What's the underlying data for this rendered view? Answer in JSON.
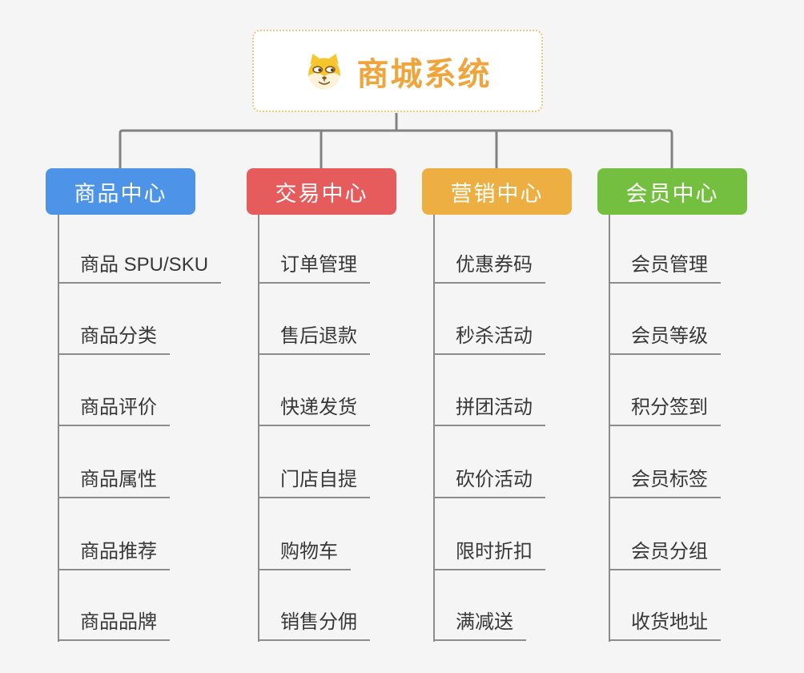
{
  "page": {
    "background": "#f5f5f6",
    "connector_color": "#828282"
  },
  "root": {
    "title": "商城系统",
    "icon": "dog-face-icon",
    "text_color": "#f0a43c",
    "border_color": "#f3c57d"
  },
  "branches": [
    {
      "label": "商品中心",
      "color": "#4d93e8",
      "items": [
        "商品 SPU/SKU",
        "商品分类",
        "商品评价",
        "商品属性",
        "商品推荐",
        "商品品牌"
      ]
    },
    {
      "label": "交易中心",
      "color": "#e65b5b",
      "items": [
        "订单管理",
        "售后退款",
        "快递发货",
        "门店自提",
        "购物车",
        "销售分佣"
      ]
    },
    {
      "label": "营销中心",
      "color": "#eeaf42",
      "items": [
        "优惠券码",
        "秒杀活动",
        "拼团活动",
        "砍价活动",
        "限时折扣",
        "满减送"
      ]
    },
    {
      "label": "会员中心",
      "color": "#74bf40",
      "items": [
        "会员管理",
        "会员等级",
        "积分签到",
        "会员标签",
        "会员分组",
        "收货地址"
      ]
    }
  ]
}
